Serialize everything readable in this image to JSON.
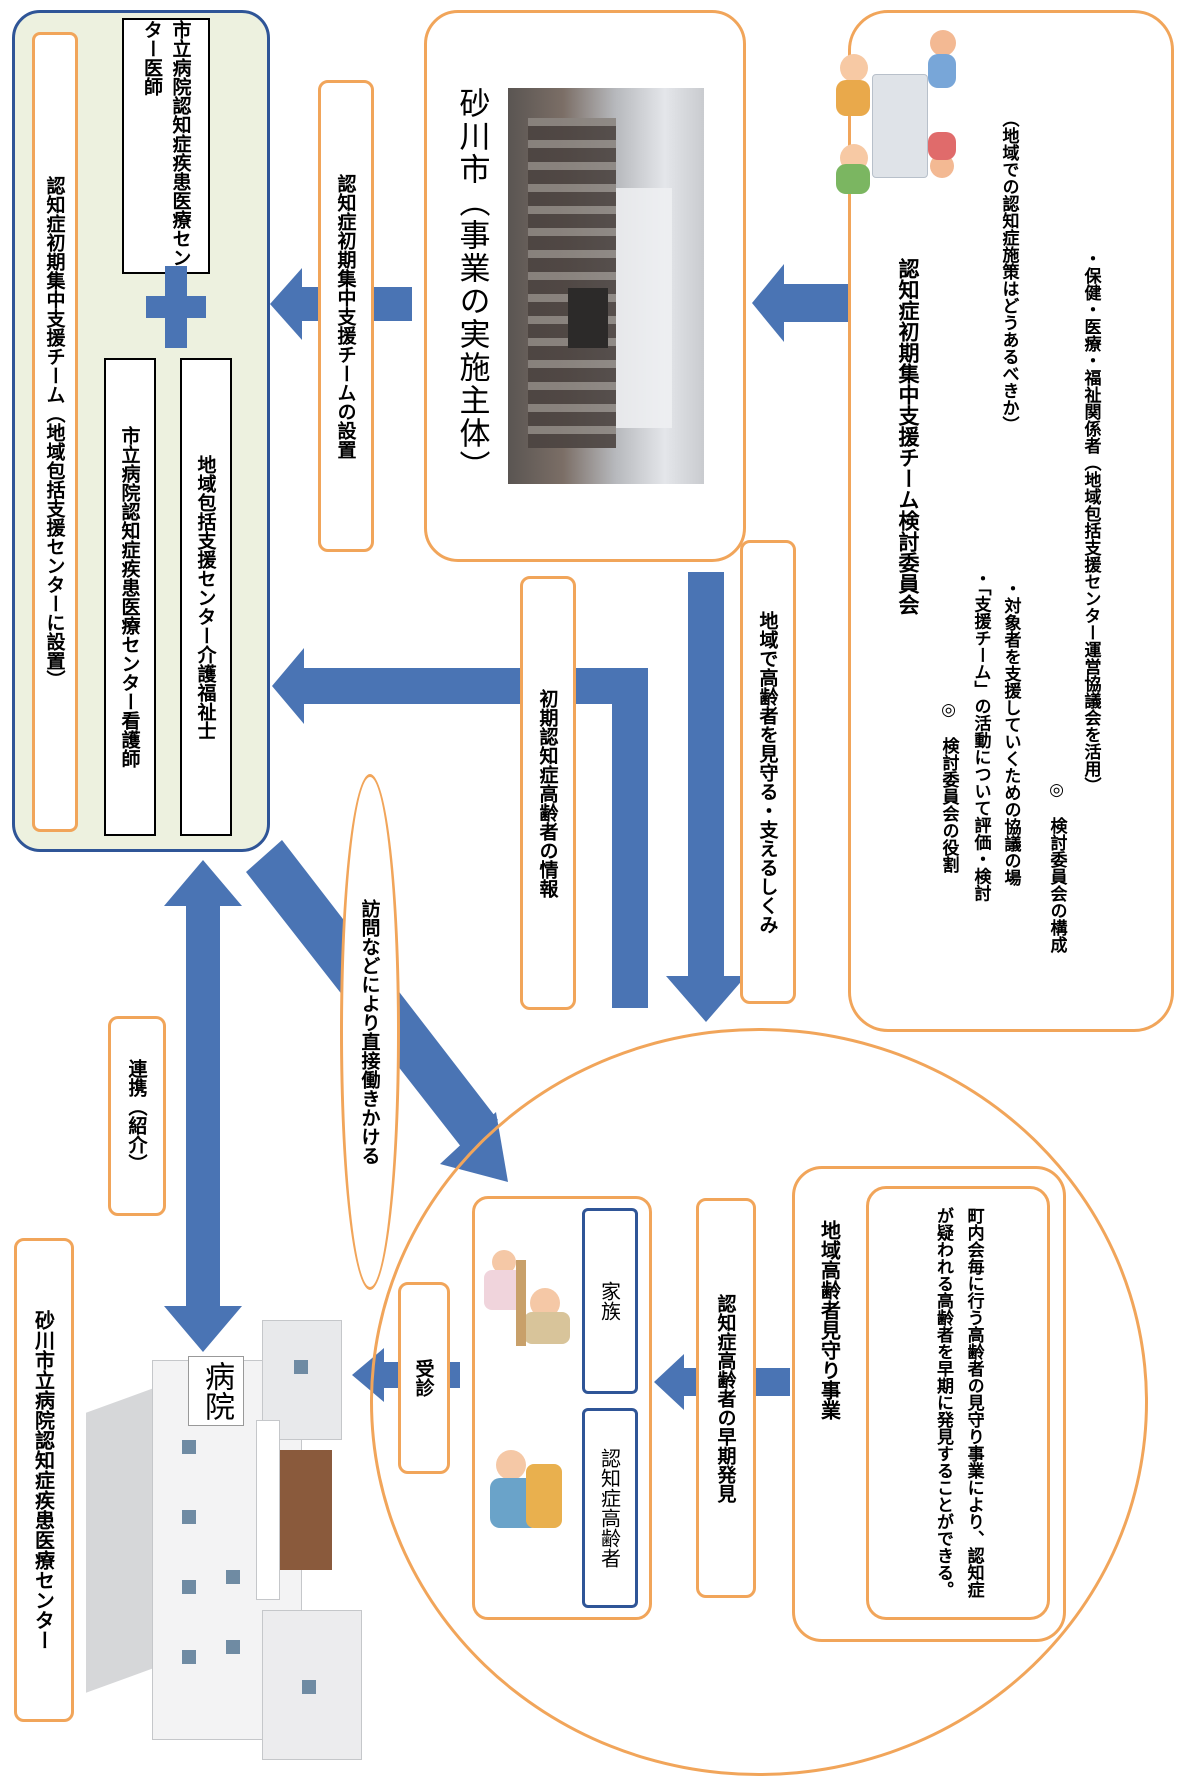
{
  "team": {
    "title": "認知症初期集中支援チーム（地域包括支援センターに設置）",
    "doctor": "市立病院認知症疾患医療センター医師",
    "nurse": "市立病院認知症疾患医療センター看護師",
    "care_worker": "地域包括支援センター介護福祉士"
  },
  "city": {
    "title": "砂川市（事業の実施主体）"
  },
  "committee": {
    "title": "認知症初期集中支援チーム検討委員会",
    "role_heading": "◎　検討委員会の役割",
    "role_1": "・「支援チーム」の活動について評価・検討",
    "role_2": "・対象者を支援していくための協議の場",
    "role_2_note": "（地域での認知症施策はどうあるべきか）",
    "members_heading": "◎　検討委員会の構成",
    "members_1": "・保健・医療・福祉関係者（地域包括支援センター運営協議会を活用）"
  },
  "labels": {
    "setup": "認知症初期集中支援チームの設置",
    "info": "初期認知症高齢者の情報",
    "watch": "地域で高齢者を見守る・支えるしくみ",
    "visit": "訪問などにより直接働きかける",
    "link": "連携（紹介）",
    "consult": "受診",
    "early": "認知症高齢者の早期発見"
  },
  "hospital": {
    "name": "砂川市立病院認知症疾患医療センター",
    "sign": "病院"
  },
  "community": {
    "patient": "認知症高齢者",
    "family": "家族",
    "program_title": "地域高齢者見守り事業",
    "program_desc": "町内会毎に行う高齢者の見守り事業により、認知症が疑われる高齢者を早期に発見することができる。"
  },
  "colors": {
    "arrow": "#4a74b4",
    "orange": "#f1a55a",
    "team_bg": "#edf1df",
    "team_border": "#2f5597"
  }
}
